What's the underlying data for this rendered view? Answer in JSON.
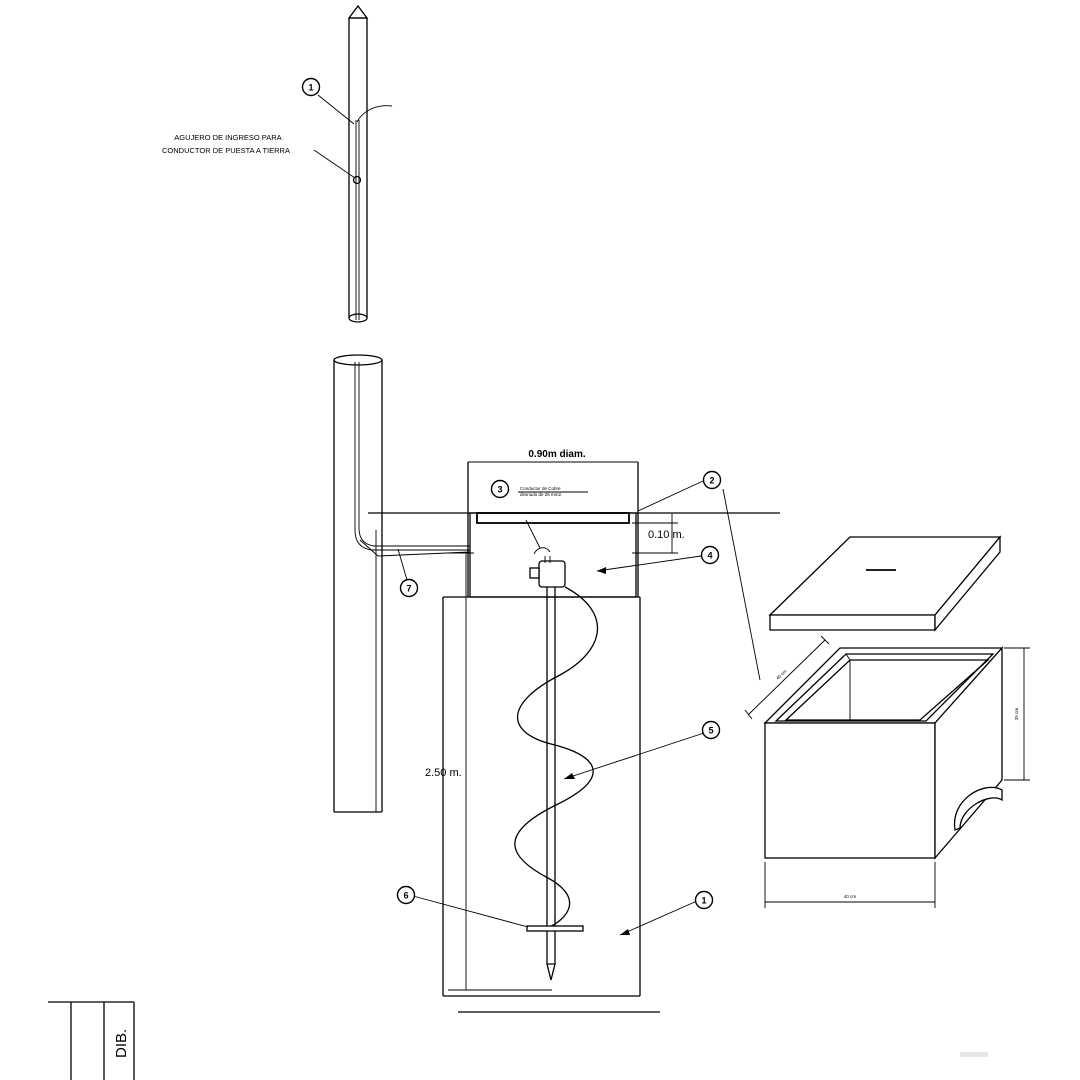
{
  "labels": {
    "hole_line1": "AGUJERO DE INGRESO PARA",
    "hole_line2": "CONDUCTOR DE PUESTA A TIERRA",
    "diameter": "0.90m  diam.",
    "conductor_line1": "Conductor de Cobre",
    "conductor_line2": "desnudo de 25 mm2.",
    "depth_top": "0.10 m.",
    "depth_total": "2.50 m.",
    "box_width": "40 cm",
    "box_depth": "40 cm",
    "box_height": "35 cm",
    "title_block": "DIB."
  },
  "callouts": [
    {
      "id": "callout-1-pole",
      "text": "1"
    },
    {
      "id": "callout-2",
      "text": "2"
    },
    {
      "id": "callout-3",
      "text": "3"
    },
    {
      "id": "callout-4",
      "text": "4"
    },
    {
      "id": "callout-5",
      "text": "5"
    },
    {
      "id": "callout-6",
      "text": "6"
    },
    {
      "id": "callout-7",
      "text": "7"
    },
    {
      "id": "callout-1-pit",
      "text": "1"
    }
  ]
}
